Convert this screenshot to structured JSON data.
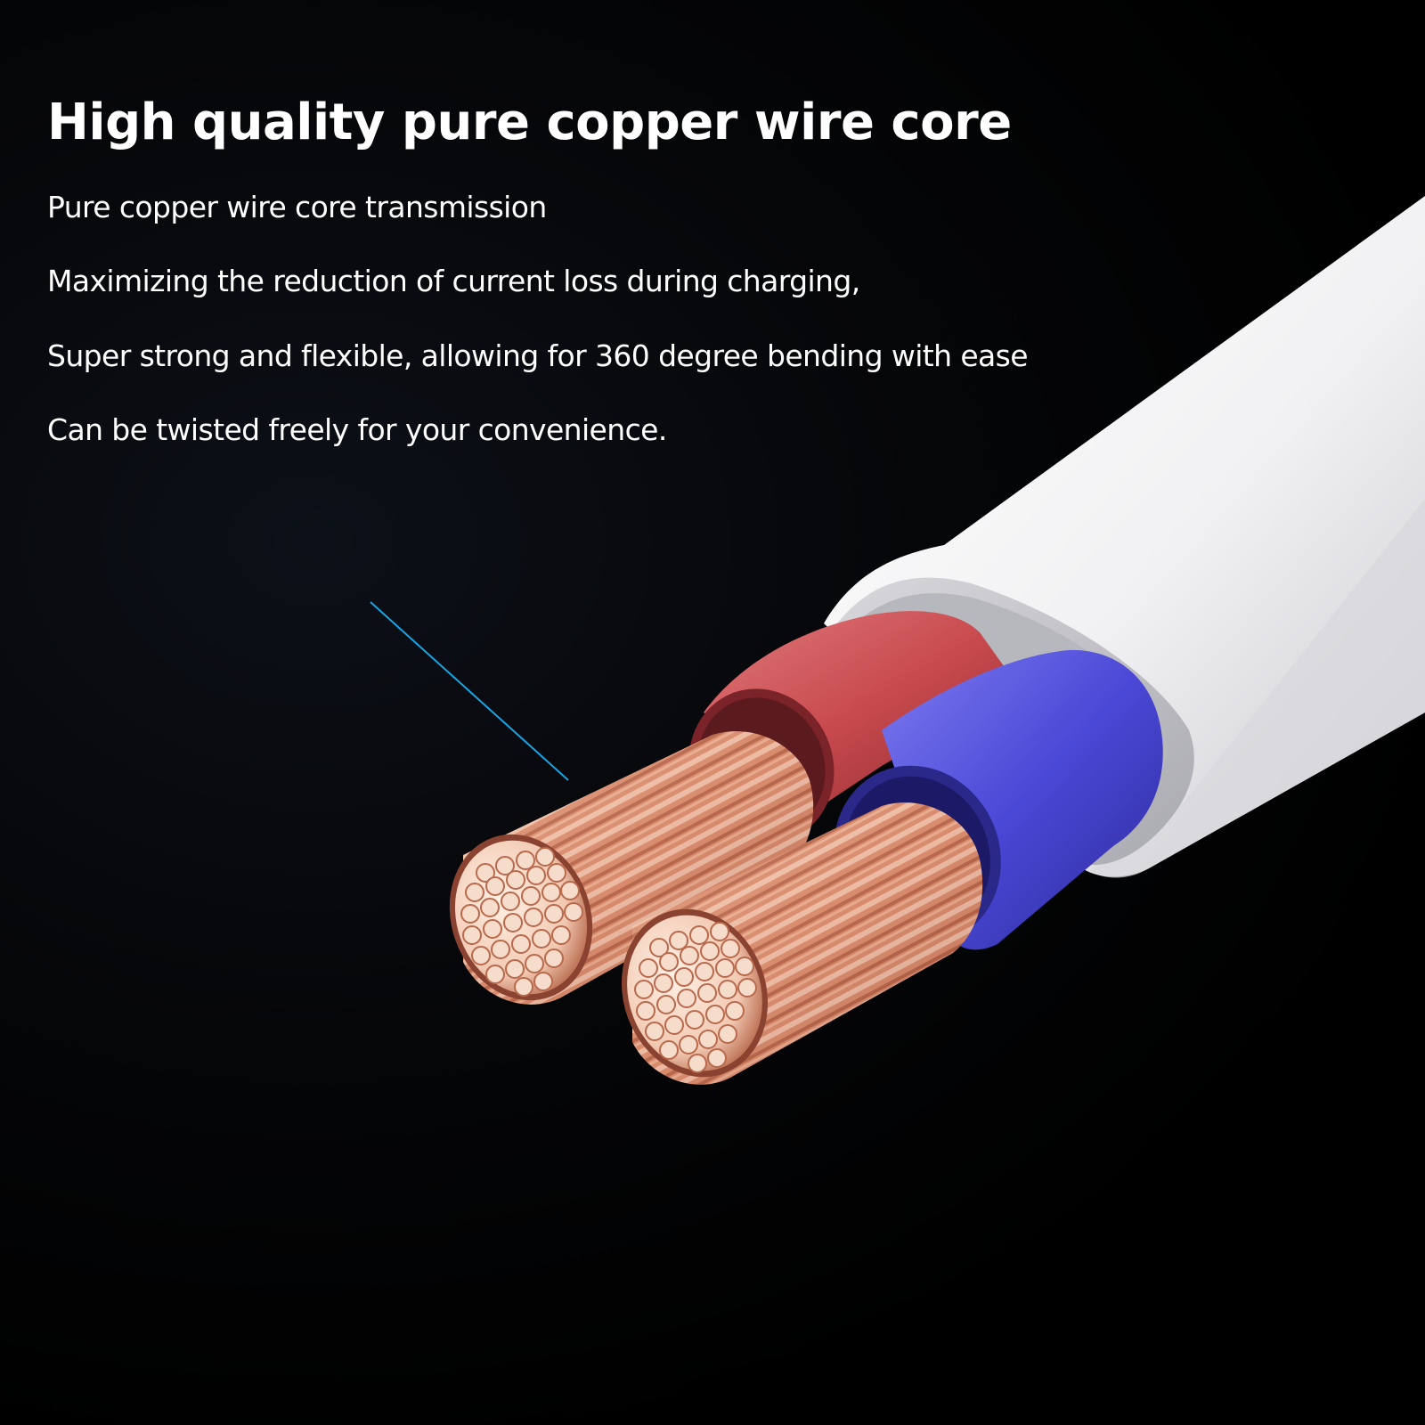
{
  "headline": "High quality pure copper wire core",
  "lines": [
    "Pure copper wire core transmission",
    "Maximizing the reduction of current loss during charging,",
    "Super strong and flexible, allowing for 360 degree bending with ease",
    "Can be twisted freely for your convenience."
  ],
  "colors": {
    "background": "#000000",
    "text": "#ffffff",
    "sheath": "#f2f2f4",
    "red_insulation": "#c94a4e",
    "blue_insulation": "#4a48d6",
    "copper": "#d98a6c",
    "pointer_line": "#19a6e6"
  }
}
